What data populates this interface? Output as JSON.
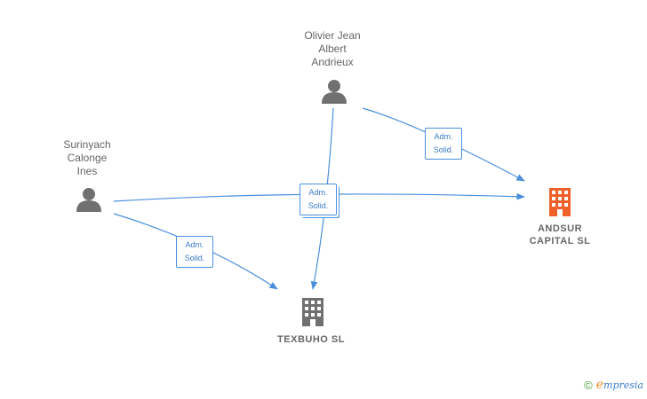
{
  "persons": [
    {
      "id": "olivier",
      "lines": [
        "Olivier Jean",
        "Albert",
        "Andrieux"
      ]
    },
    {
      "id": "surinyach",
      "lines": [
        "Surinyach",
        "Calonge",
        "Ines"
      ]
    }
  ],
  "companies": [
    {
      "id": "andsur",
      "lines": [
        "ANDSUR",
        "CAPITAL SL"
      ],
      "color": "#f0602a"
    },
    {
      "id": "texbuho",
      "lines": [
        "TEXBUHO SL"
      ],
      "color": "#707070"
    }
  ],
  "relations": [
    {
      "from": "olivier",
      "to": "andsur",
      "label": [
        "Adm.",
        "Solid."
      ]
    },
    {
      "from": "olivier",
      "to": "texbuho",
      "label": [
        "Adm.",
        "Solid."
      ]
    },
    {
      "from": "surinyach",
      "to": "andsur",
      "label": [
        "Adm.",
        "Solid."
      ]
    },
    {
      "from": "surinyach",
      "to": "texbuho",
      "label": [
        "Adm.",
        "Solid."
      ]
    }
  ],
  "colors": {
    "edge": "#4a8fdc",
    "person_icon": "#707070"
  },
  "brand": {
    "copyright": "©",
    "initial": "e",
    "rest": "mpresia"
  }
}
